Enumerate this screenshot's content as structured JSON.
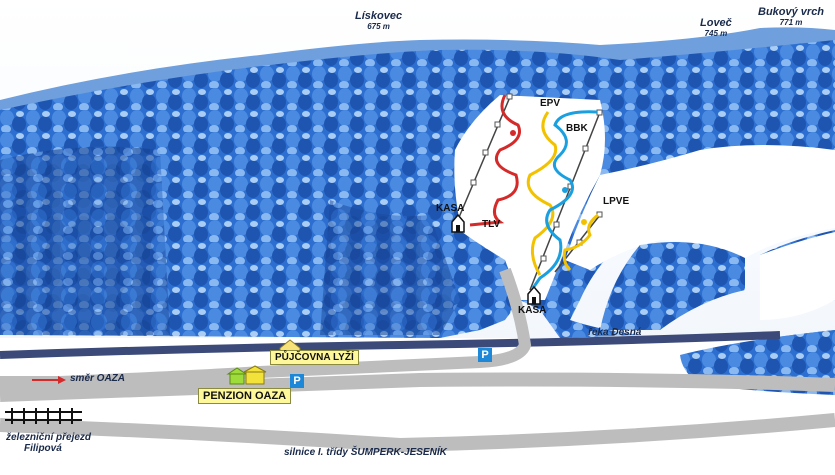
{
  "peaks": [
    {
      "name": "Lískovec",
      "elevation": "675 m"
    },
    {
      "name": "Loveč",
      "elevation": "745 m"
    },
    {
      "name": "Bukový vrch",
      "elevation": "771 m"
    }
  ],
  "lifts": {
    "tlv": "TLV",
    "epv": "EPV",
    "bbk": "BBK",
    "lpve": "LPVE"
  },
  "ticket_offices": {
    "upper": "KASA",
    "lower": "KASA"
  },
  "river": "řeka Desná",
  "rental": "PŮJČOVNA LYŽÍ",
  "parking_symbol": "P",
  "hotel": "PENZION OAZA",
  "direction": "směr OAZA",
  "railway_crossing": [
    "železniční přejezd",
    "Filipová"
  ],
  "main_road": "silnice I. třídy ŠUMPERK-JESENÍK",
  "colors": {
    "forest": "#2d6fd0",
    "forest_dark": "#1a4aa0",
    "river": "#3b4a78",
    "road": "#bdbdbd",
    "piste_red": "#d42a2a",
    "piste_yellow": "#f2c200",
    "piste_blue": "#1aa0e0",
    "parking": "#1e88d8",
    "hotel_label_bg": "#fff89a"
  }
}
